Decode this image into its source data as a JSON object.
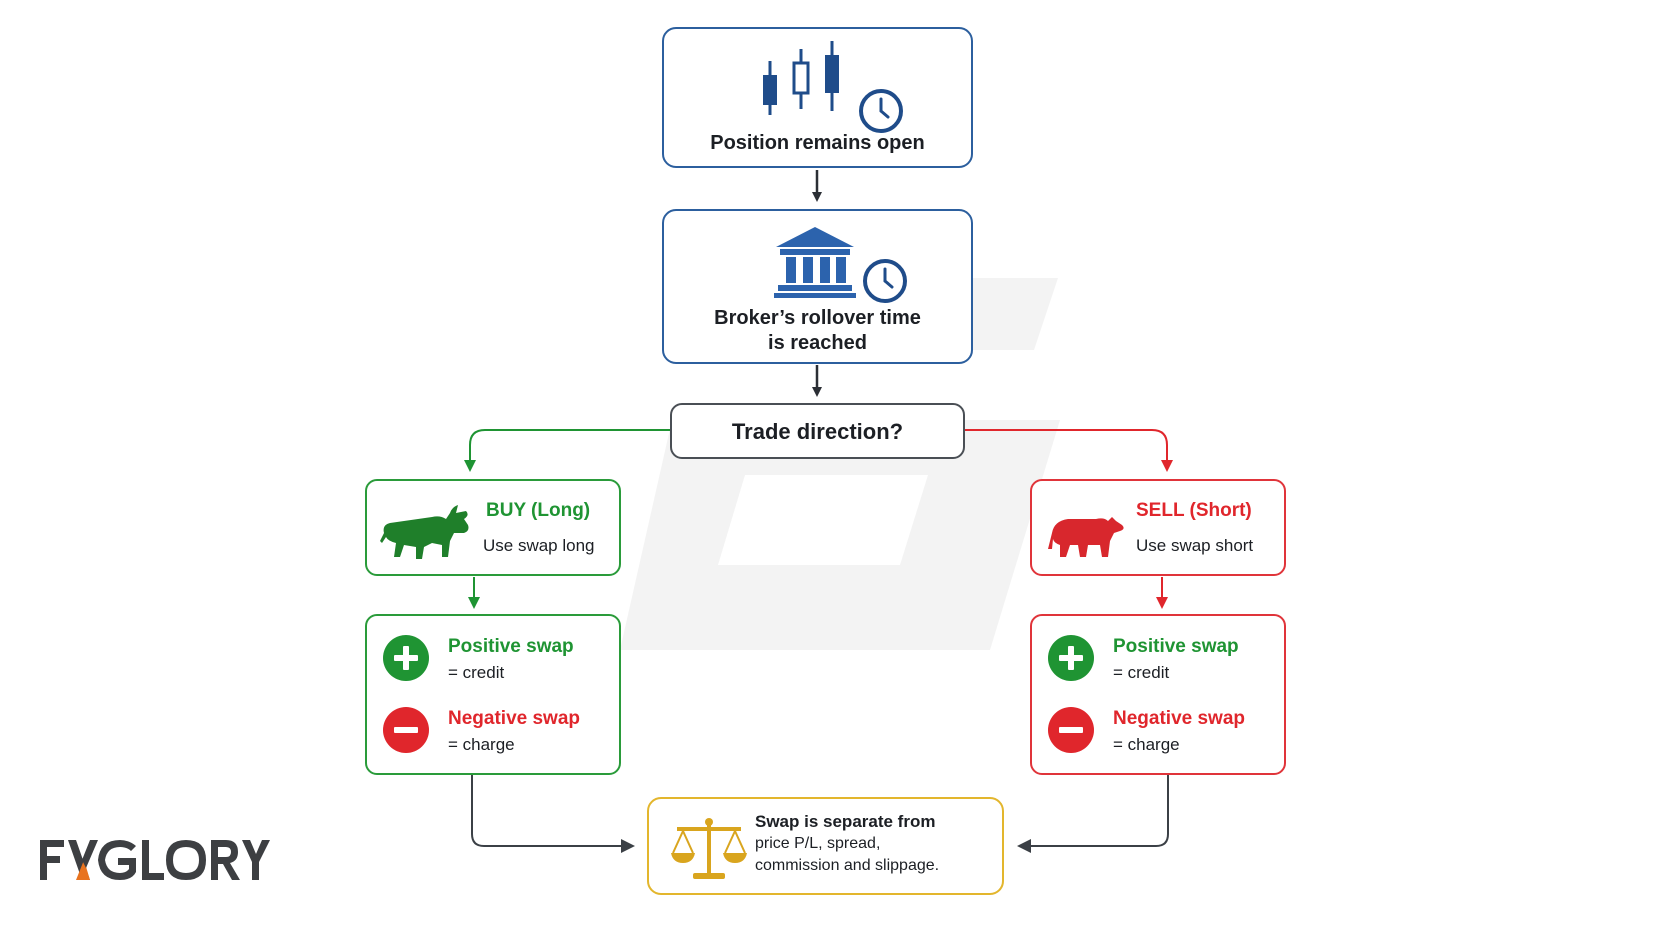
{
  "nodes": {
    "open": {
      "label": "Position remains open"
    },
    "rollover": {
      "line1": "Broker’s rollover time",
      "line2": "is reached"
    },
    "decision": {
      "label": "Trade direction?"
    },
    "buy": {
      "title": "BUY (Long)",
      "sub": "Use swap long"
    },
    "sell": {
      "title": "SELL (Short)",
      "sub": "Use swap short"
    },
    "buy_outcomes": {
      "positive_title": "Positive swap",
      "positive_sub": "= credit",
      "negative_title": "Negative swap",
      "negative_sub": "= charge"
    },
    "sell_outcomes": {
      "positive_title": "Positive swap",
      "positive_sub": "= credit",
      "negative_title": "Negative swap",
      "negative_sub": "= charge"
    },
    "note": {
      "line1": "Swap is separate from",
      "line2": "price P/L, spread,",
      "line3": "commission and slippage."
    }
  },
  "icons": {
    "open": [
      "candlestick-icon",
      "clock-icon"
    ],
    "rollover": [
      "bank-icon",
      "clock-icon"
    ],
    "buy": "bull-icon",
    "sell": "bear-icon",
    "positive": "plus-circle-icon",
    "negative": "minus-circle-icon",
    "note": "scales-icon"
  },
  "logo": {
    "text": "FXGLORY"
  },
  "colors": {
    "blue": "#2c5f9e",
    "green": "#2a9b3a",
    "red": "#e0343a",
    "gold": "#e3b62d",
    "dark": "#2b2f35",
    "logo_orange": "#e8731f"
  }
}
